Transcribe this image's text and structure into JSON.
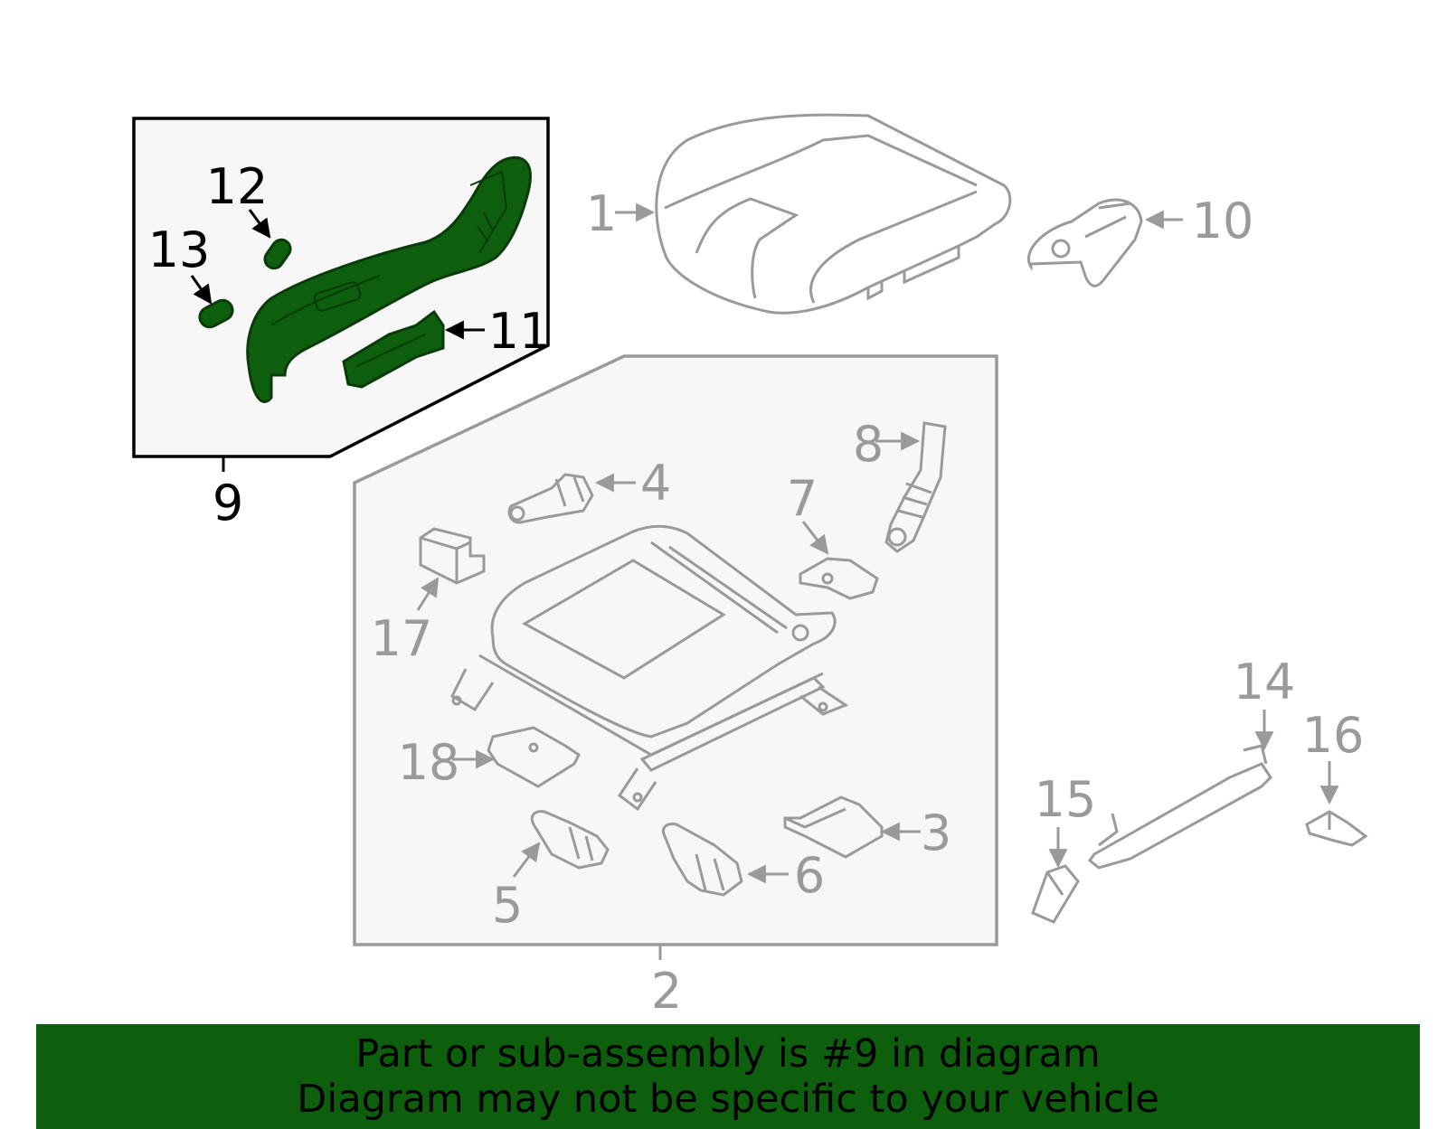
{
  "colors": {
    "background": "#ffffff",
    "highlight_fill": "#0d5f0d",
    "highlight_stroke": "#0a3a0a",
    "part_line": "#9a9a9a",
    "active_label": "#000000",
    "inactive_label": "#9a9a9a",
    "box_fill": "#f7f7f7",
    "banner": "#0d5f0d"
  },
  "callouts": {
    "c1": "1",
    "c2": "2",
    "c3": "3",
    "c4": "4",
    "c5": "5",
    "c6": "6",
    "c7": "7",
    "c8": "8",
    "c9": "9",
    "c10": "10",
    "c11": "11",
    "c12": "12",
    "c13": "13",
    "c14": "14",
    "c15": "15",
    "c16": "16",
    "c17": "17",
    "c18": "18"
  },
  "highlighted_part": "9",
  "banner": {
    "line1": "Part or sub-assembly is #9 in diagram",
    "line2": "Diagram may not be specific to your vehicle"
  }
}
